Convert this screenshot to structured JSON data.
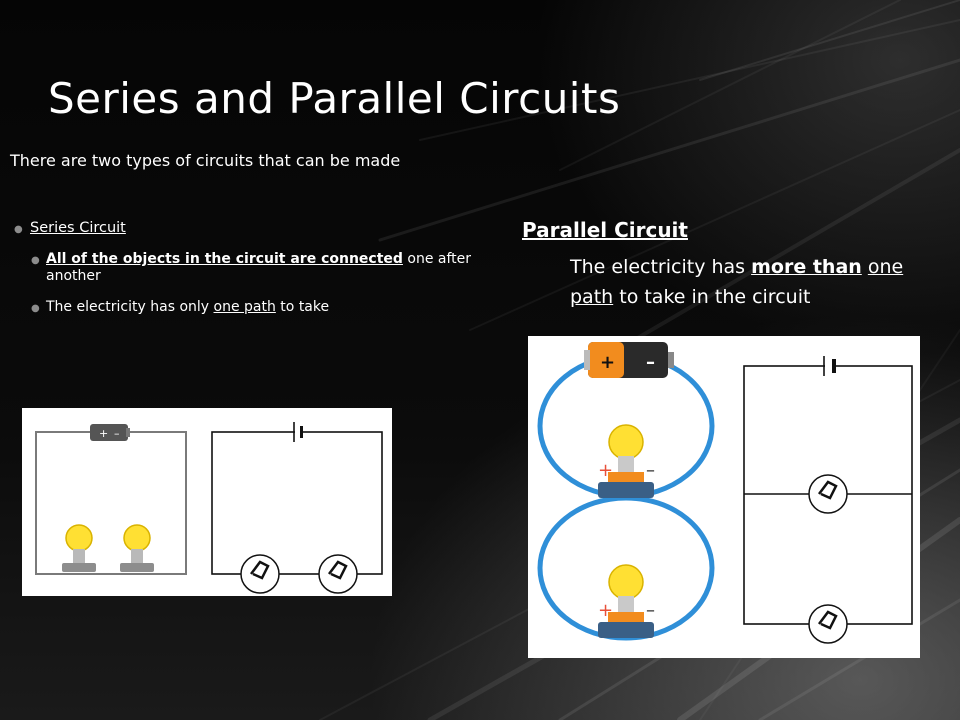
{
  "slide": {
    "title": "Series and Parallel Circuits",
    "subtitle": "There are two types of circuits that can be made"
  },
  "series": {
    "heading": "Series Circuit",
    "point1_underlined": "All of the objects in the circuit are connected",
    "point1_rest": " one after another",
    "point2_before": "The electricity has only ",
    "point2_underlined": "one path",
    "point2_after": " to take"
  },
  "parallel": {
    "heading": "Parallel Circuit",
    "text_before": "The electricity has ",
    "text_underlined_1": "more than",
    "text_underlined_2": "one path",
    "text_after": " to take in the circuit"
  },
  "symbols": {
    "plus": "+",
    "minus": "–"
  },
  "colors": {
    "wire_color": "#2f8fd8",
    "bulb_color": "#ffe033",
    "battery_color": "#f28c1e"
  }
}
